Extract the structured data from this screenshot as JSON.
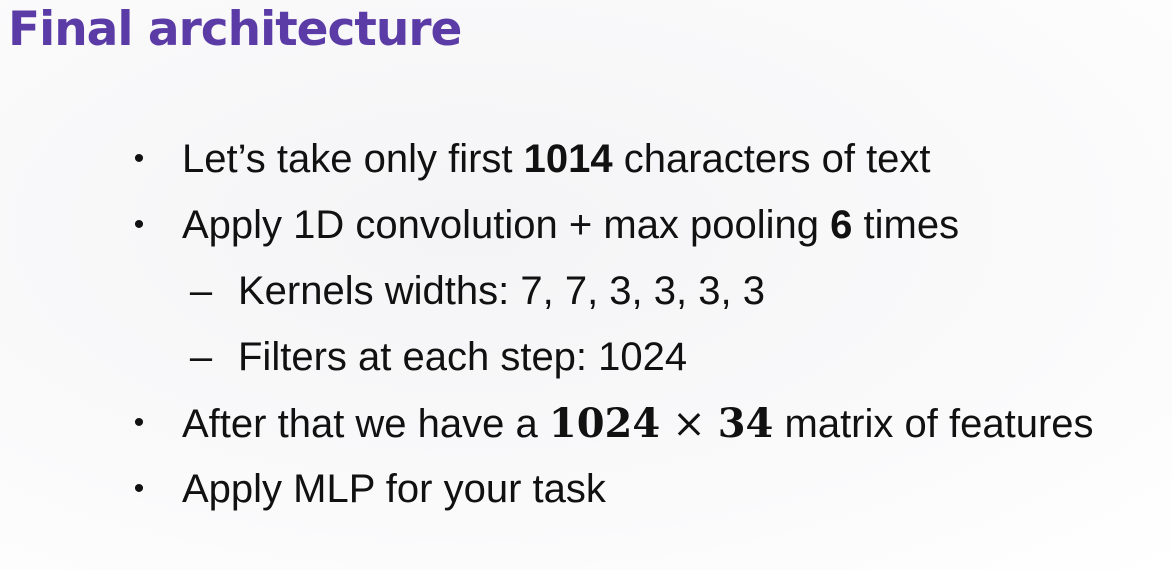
{
  "slide": {
    "title": "Final architecture",
    "bullet_marker": "•",
    "sub_marker": "–",
    "items": [
      {
        "pre": "Let’s take only first ",
        "strong": "1014",
        "post": " characters of text"
      },
      {
        "pre": "Apply 1D convolution + max pooling ",
        "strong": "6",
        "post": " times"
      },
      {
        "text": "Kernels widths: 7, 7, 3, 3, 3, 3"
      },
      {
        "text": "Filters at each step: 1024"
      },
      {
        "pre": "After that we have a ",
        "m1": "1024",
        "times": "×",
        "m2": "34",
        "post": " matrix of features"
      },
      {
        "text": "Apply MLP for your task"
      }
    ]
  }
}
